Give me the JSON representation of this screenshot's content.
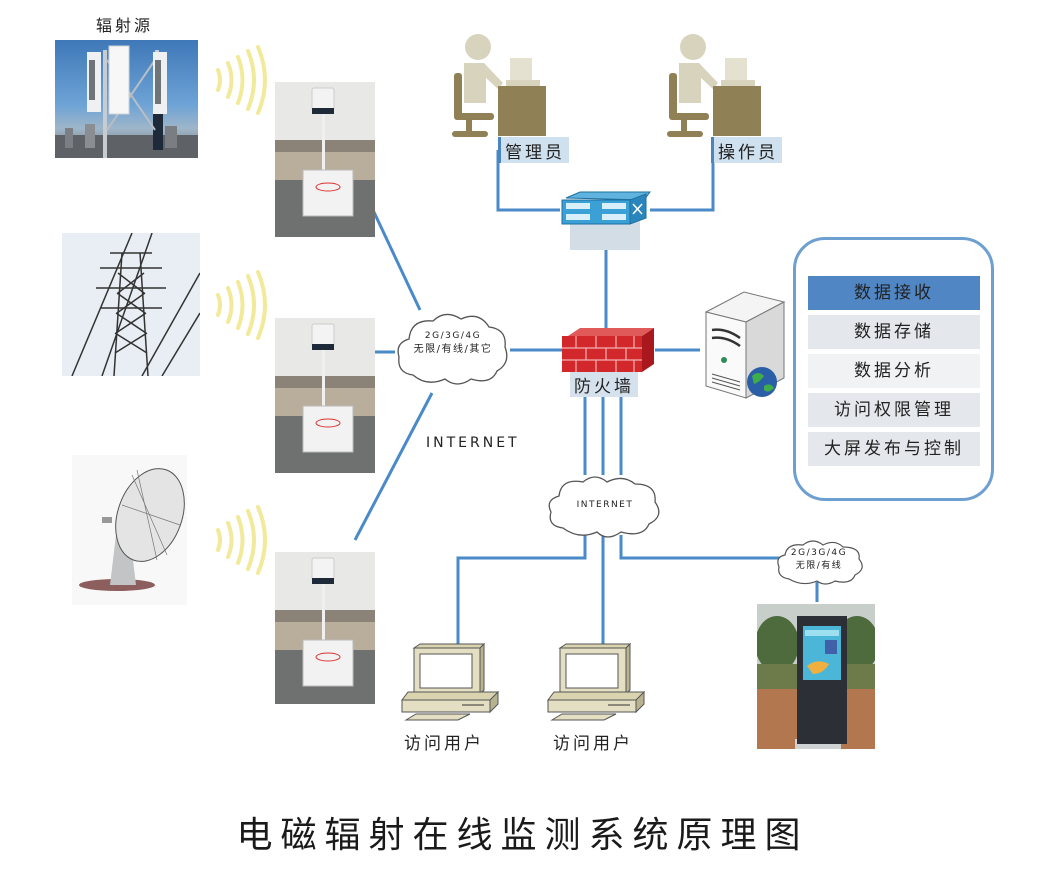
{
  "title": "电磁辐射在线监测系统原理图",
  "source_label": "辐射源",
  "sources": [
    {
      "name": "base-station-antenna"
    },
    {
      "name": "power-transmission-tower"
    },
    {
      "name": "satellite-dish"
    }
  ],
  "network_cloud_left": {
    "line1": "2G/3G/4G",
    "line2": "无限/有线/其它"
  },
  "internet_label": "INTERNET",
  "internet_cloud": {
    "text": "INTERNET"
  },
  "network_cloud_right": {
    "line1": "2G/3G/4G",
    "line2": "无限/有线"
  },
  "roles": {
    "admin": "管理员",
    "operator": "操作员"
  },
  "firewall_label": "防火墙",
  "server_functions": [
    {
      "label": "数据接收",
      "highlight": true
    },
    {
      "label": "数据存储",
      "highlight": false
    },
    {
      "label": "数据分析",
      "highlight": false
    },
    {
      "label": "访问权限管理",
      "highlight": false
    },
    {
      "label": "大屏发布与控制",
      "highlight": false
    }
  ],
  "visitors": [
    "访问用户",
    "访问用户"
  ],
  "colors": {
    "line": "#4a8ac9",
    "highlight": "#4f86c3",
    "item_bg": "#e4e8ec",
    "item_bg_alt": "#f0f2f4",
    "firewall": "#d2282c",
    "person": "#8f8155",
    "signal": "#f2e99a"
  }
}
